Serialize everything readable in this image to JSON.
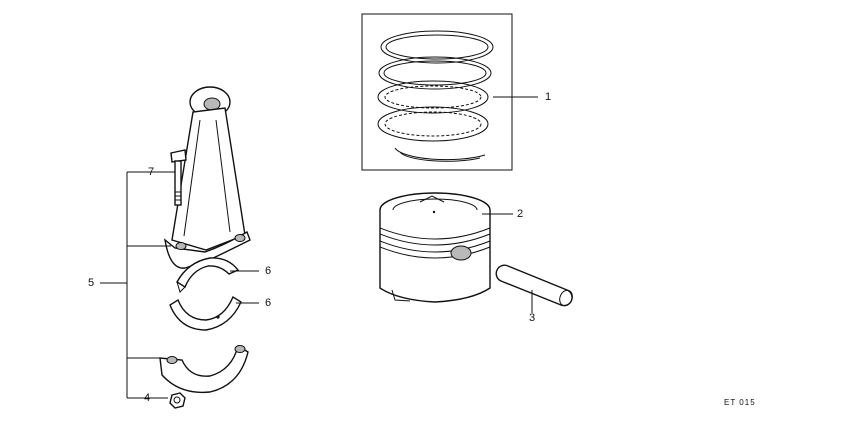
{
  "callouts": [
    {
      "id": "1",
      "text": "1"
    },
    {
      "id": "2",
      "text": "2"
    },
    {
      "id": "3",
      "text": "3"
    },
    {
      "id": "4",
      "text": "4"
    },
    {
      "id": "5",
      "text": "5"
    },
    {
      "id": "6a",
      "text": "6"
    },
    {
      "id": "6b",
      "text": "6"
    },
    {
      "id": "7",
      "text": "7"
    }
  ],
  "diagram_code": "ET 015",
  "colors": {
    "ink": "#111111",
    "background": "#ffffff"
  }
}
